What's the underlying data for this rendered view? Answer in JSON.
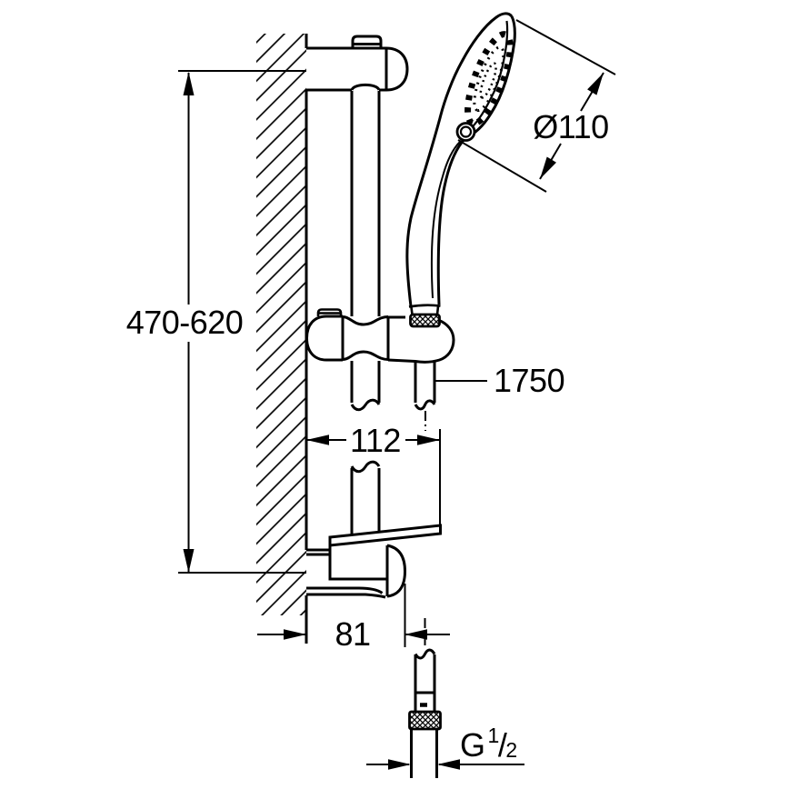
{
  "page": {
    "background": "#ffffff",
    "line_color": "#000000"
  },
  "drawing": {
    "kind": "technical-line-drawing",
    "parts": [
      "hatched-wall-section",
      "shower-rail",
      "top-wall-bracket",
      "slider-holder",
      "hand-shower",
      "shower-hose",
      "soap-dish-bracket",
      "hose-connector"
    ],
    "labels": {
      "rail_height": "470-620",
      "head_diameter": "Ø110",
      "hose_length": "1750",
      "rail_offset": "112",
      "bottom_offset": "81",
      "thread_g": "G",
      "thread_numerator": "1",
      "thread_slash": "/",
      "thread_denominator": "2"
    }
  }
}
